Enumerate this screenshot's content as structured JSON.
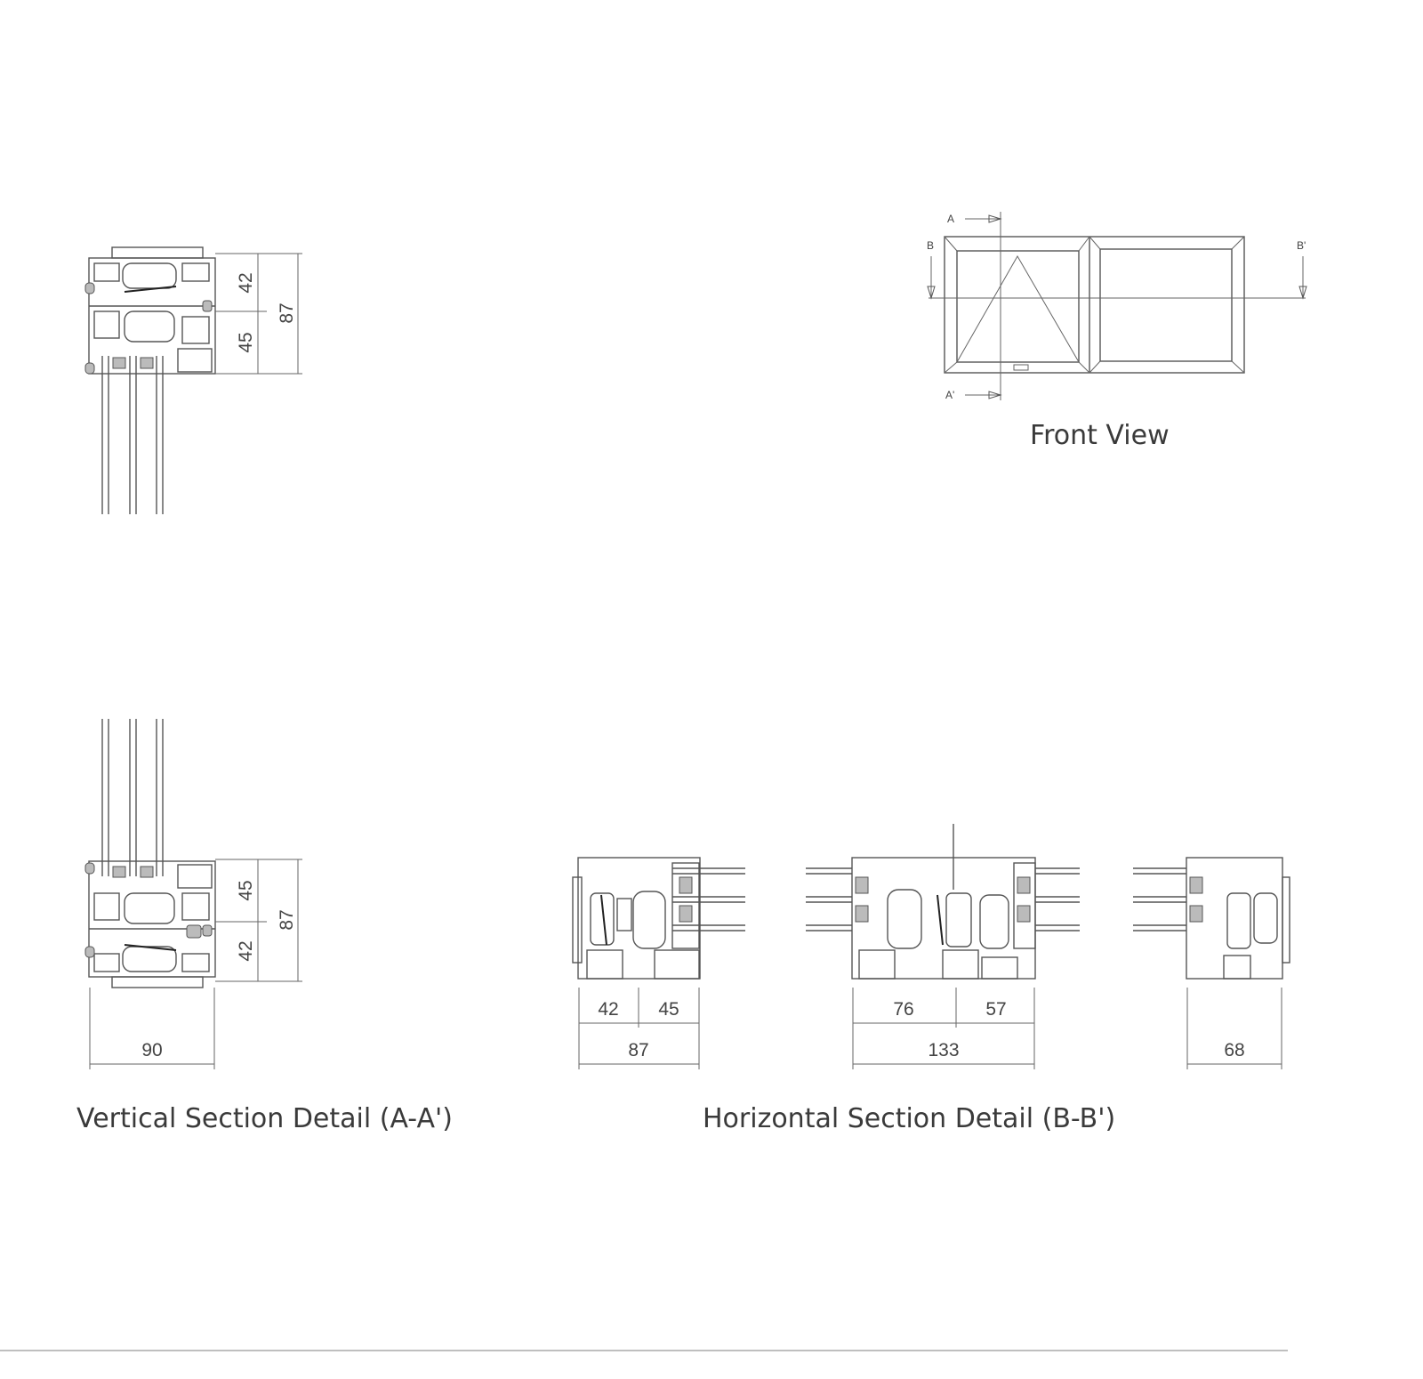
{
  "captions": {
    "front_view": "Front View",
    "vertical_section": "Vertical Section Detail (A-A')",
    "horizontal_section": "Horizontal Section Detail (B-B')"
  },
  "front_view_markers": {
    "a": "A",
    "a_prime": "A'",
    "b": "B",
    "b_prime": "B'"
  },
  "vertical_top_dims": {
    "upper": "42",
    "lower": "45",
    "total": "87"
  },
  "vertical_bottom_dims": {
    "upper": "45",
    "lower": "42",
    "total": "87",
    "width": "90"
  },
  "horizontal_dims": {
    "left": {
      "a": "42",
      "b": "45",
      "total": "87"
    },
    "middle": {
      "a": "76",
      "b": "57",
      "total": "133"
    },
    "right": {
      "total": "68"
    }
  }
}
